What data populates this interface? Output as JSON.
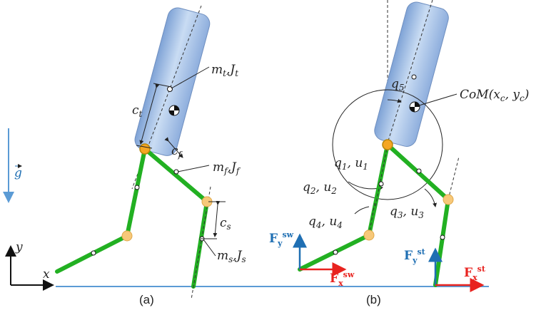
{
  "panels": {
    "a": {
      "caption": "(a)",
      "labels": {
        "mt": "m",
        "mt_sub": "t",
        "jt": "J",
        "jt_sub": "t",
        "ct": "c",
        "ct_sub": "t",
        "cf": "c",
        "cf_sub": "f",
        "mf": "m",
        "mf_sub": "f",
        "jf": "J",
        "jf_sub": "f",
        "cs": "c",
        "cs_sub": "s",
        "ms": "m",
        "ms_sub": "s",
        "js": "J",
        "js_sub": "s",
        "comma": ",",
        "gravity": "g",
        "axis_y": "y",
        "axis_x": "x"
      }
    },
    "b": {
      "caption": "(b)",
      "labels": {
        "q5": "q",
        "q5_sub": "5",
        "com": "CoM(x",
        "com_xsub": "c",
        "com_mid": ", y",
        "com_ysub": "c",
        "com_end": ")",
        "q1u1": "q",
        "q1_sub": "1",
        "u1": ", u",
        "u1_sub": "1",
        "q2": "q",
        "q2_sub": "2",
        "u2": ", u",
        "u2_sub": "2",
        "q3": "q",
        "q3_sub": "3",
        "u3": ", u",
        "u3_sub": "3",
        "q4": "q",
        "q4_sub": "4",
        "u4": ", u",
        "u4_sub": "4",
        "fy_sw": "F",
        "fy_sw_sub": "y",
        "fy_sw_sup": "sw",
        "fx_sw": "F",
        "fx_sw_sub": "x",
        "fx_sw_sup": "sw",
        "fy_st": "F",
        "fy_st_sub": "y",
        "fy_st_sup": "st",
        "fx_st": "F",
        "fx_st_sub": "x",
        "fx_st_sup": "st"
      }
    }
  },
  "colors": {
    "leg": "#22b022",
    "torso": "#9fbde6",
    "force_red": "#e8231f",
    "force_blue": "#1f6fb3",
    "ground": "#5b9bd5",
    "gravity": "#5b9bd5"
  }
}
